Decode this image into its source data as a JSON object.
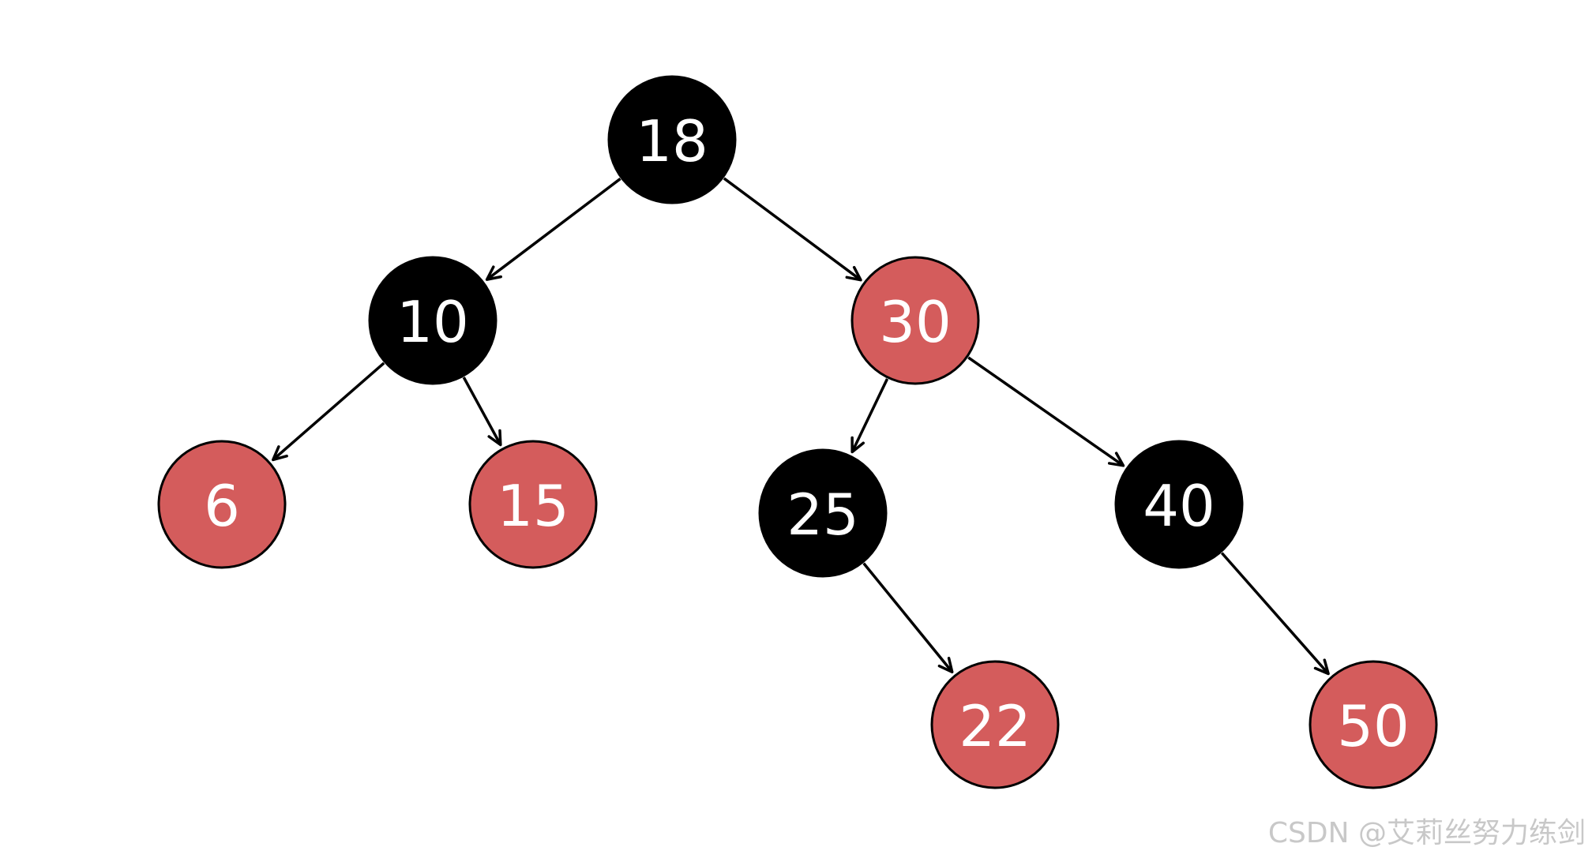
{
  "colors": {
    "black_node": "#000000",
    "red_node": "#d45c5c",
    "node_outline": "#000000",
    "label": "#ffffff",
    "edge": "#000000",
    "watermark": "#c8c8c8"
  },
  "tree": {
    "nodes": [
      {
        "id": "n18",
        "label": "18",
        "color": "black"
      },
      {
        "id": "n10",
        "label": "10",
        "color": "black"
      },
      {
        "id": "n30",
        "label": "30",
        "color": "red"
      },
      {
        "id": "n6",
        "label": "6",
        "color": "red"
      },
      {
        "id": "n15",
        "label": "15",
        "color": "red"
      },
      {
        "id": "n25",
        "label": "25",
        "color": "black"
      },
      {
        "id": "n40",
        "label": "40",
        "color": "black"
      },
      {
        "id": "n22",
        "label": "22",
        "color": "red"
      },
      {
        "id": "n50",
        "label": "50",
        "color": "red"
      }
    ],
    "edges": [
      {
        "from": "n18",
        "to": "n10"
      },
      {
        "from": "n18",
        "to": "n30"
      },
      {
        "from": "n10",
        "to": "n6"
      },
      {
        "from": "n10",
        "to": "n15"
      },
      {
        "from": "n30",
        "to": "n25"
      },
      {
        "from": "n30",
        "to": "n40"
      },
      {
        "from": "n25",
        "to": "n22"
      },
      {
        "from": "n40",
        "to": "n50"
      }
    ]
  },
  "watermark": {
    "text": "CSDN @艾莉丝努力练剑"
  }
}
